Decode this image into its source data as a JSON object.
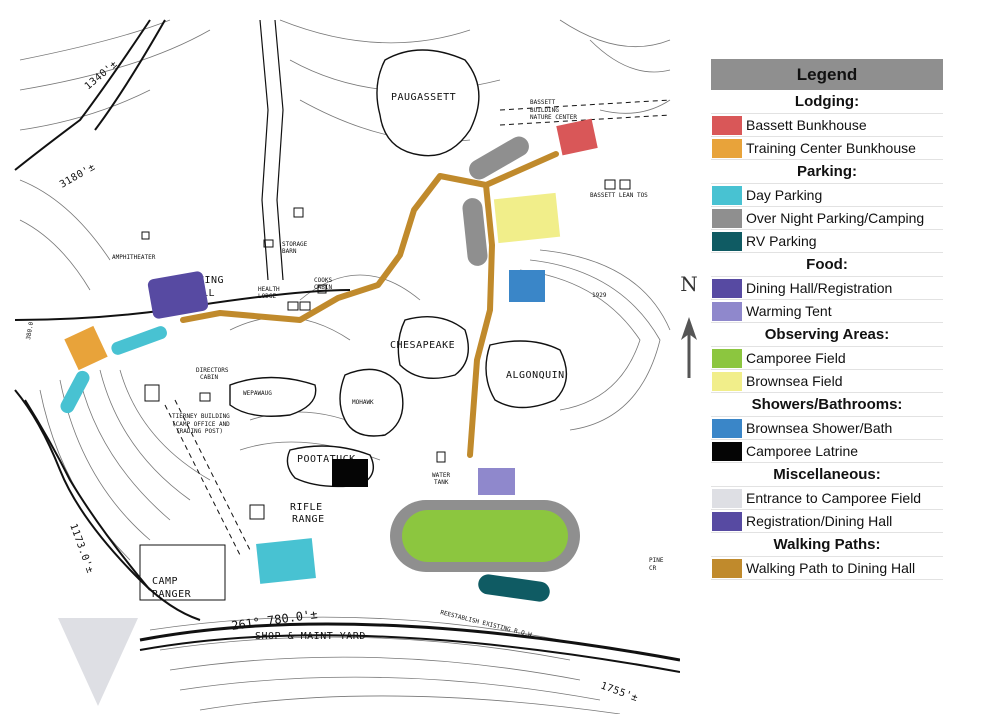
{
  "map": {
    "labels": {
      "paugassett": "PAUGASSETT",
      "bassett_building": "BASSETT",
      "bassett_building2": "BUILDING",
      "nature_center": "NATURE CENTER",
      "bassett_lean_tos": "BASSETT LEAN TOS",
      "amphitheater": "AMPHITHEATER",
      "dining_hall_a": "NING",
      "dining_hall_b": "LL",
      "storage_barn_a": "STORAGE",
      "storage_barn_b": "BARN",
      "health_lodge_a": "HEALTH",
      "health_lodge_b": "LODGE",
      "cooks_cabin_a": "COOKS",
      "cooks_cabin_b": "CABIN",
      "chesapeake": "CHESAPEAKE",
      "algonquin": "ALGONQUIN",
      "mohawk": "MOHAWK",
      "wepawaug": "WEPAWAUG",
      "directors_cabin_a": "DIRECTORS",
      "directors_cabin_b": "CABIN",
      "tierney_a": "TIERNEY BUILDING",
      "tierney_b": "(CAMP OFFICE AND",
      "tierney_c": "TRADING POST)",
      "pootatuck": "POOTATUCK",
      "water_tank_a": "WATER",
      "water_tank_b": "TANK",
      "rifle_range_a": "RIFLE",
      "rifle_range_b": "RANGE",
      "camp_ranger_a": "CAMP",
      "camp_ranger_b": "RANGER",
      "shop_maint": "SHOP & MAINT YARD",
      "reestablish": "REESTABLISH EXISTING R.O.W.",
      "pine_a": "PINE",
      "pine_b": "CR",
      "elev_1340": "1340'±",
      "elev_3180": "3180'±",
      "elev_1173": "1173.0'±",
      "elev_261": "261° 780.0'±",
      "elev_1755": "1755'±",
      "elev_380": "380.0'",
      "elev_1929": "1929"
    },
    "colors": {
      "bassett_bunkhouse": "#d95758",
      "training_bunkhouse": "#e8a33a",
      "day_parking": "#48c2d2",
      "overnight_parking": "#8f8f8f",
      "rv_parking": "#0f5b63",
      "dining_hall": "#574aa2",
      "warming_tent": "#8f88cc",
      "camporee_field": "#8cc63f",
      "brownsea_field": "#f1ee8a",
      "brownsea_shower": "#3a86c8",
      "latrine": "#050505",
      "entrance": "#dedfe4",
      "registration": "#574aa2",
      "walking_path": "#c08a2c"
    }
  },
  "compass": {
    "letter": "N"
  },
  "legend": {
    "title": "Legend",
    "sections": [
      {
        "heading": "Lodging:",
        "items": [
          {
            "label": "Bassett Bunkhouse",
            "color": "#d95758"
          },
          {
            "label": "Training Center Bunkhouse",
            "color": "#e8a33a"
          }
        ]
      },
      {
        "heading": "Parking:",
        "items": [
          {
            "label": "Day Parking",
            "color": "#48c2d2"
          },
          {
            "label": "Over Night Parking/Camping",
            "color": "#8f8f8f"
          },
          {
            "label": "RV Parking",
            "color": "#0f5b63"
          }
        ]
      },
      {
        "heading": "Food:",
        "items": [
          {
            "label": "Dining Hall/Registration",
            "color": "#574aa2"
          },
          {
            "label": "Warming Tent",
            "color": "#8f88cc"
          }
        ]
      },
      {
        "heading": "Observing Areas:",
        "items": [
          {
            "label": "Camporee Field",
            "color": "#8cc63f"
          },
          {
            "label": "Brownsea Field",
            "color": "#f1ee8a"
          }
        ]
      },
      {
        "heading": "Showers/Bathrooms:",
        "items": [
          {
            "label": "Brownsea Shower/Bath",
            "color": "#3a86c8"
          },
          {
            "label": "Camporee Latrine",
            "color": "#050505"
          }
        ]
      },
      {
        "heading": "Miscellaneous:",
        "items": [
          {
            "label": "Entrance to Camporee Field",
            "color": "#dedfe4"
          },
          {
            "label": "Registration/Dining Hall",
            "color": "#574aa2"
          }
        ]
      },
      {
        "heading": "Walking Paths:",
        "items": [
          {
            "label": "Walking Path to Dining Hall",
            "color": "#c08a2c"
          }
        ]
      }
    ]
  }
}
